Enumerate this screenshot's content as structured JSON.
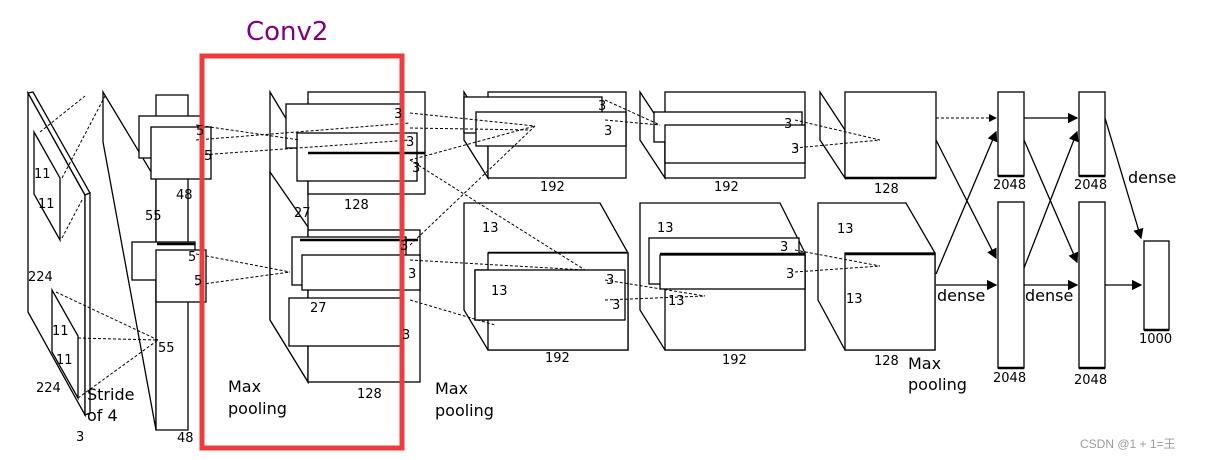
{
  "title": "Conv2",
  "highlight_color": "#ee3b3b",
  "title_color": "#800080",
  "input": {
    "size_h": "224",
    "size_w": "224",
    "depth": "3",
    "kernel_a": "11",
    "kernel_b": "11",
    "kernel_c": "11",
    "kernel_d": "11"
  },
  "stride": {
    "line1": "Stride",
    "line2": "of 4"
  },
  "conv1": {
    "size_top": "55",
    "size_bottom": "55",
    "depth_top": "48",
    "depth_bottom": "48",
    "k1": "5",
    "k2": "5",
    "k3": "5",
    "k4": "5"
  },
  "pool1": {
    "line1": "Max",
    "line2": "pooling"
  },
  "conv2": {
    "size": "27",
    "size_b": "27",
    "depth_top": "128",
    "depth_bottom": "128",
    "k_top1": "3",
    "k_top2": "3",
    "k_top3": "3",
    "k_bot1": "3",
    "k_bot2": "3",
    "k_bot3": "3"
  },
  "pool2": {
    "line1": "Max",
    "line2": "pooling"
  },
  "conv3": {
    "size_a": "13",
    "size_b": "13",
    "depth_top": "192",
    "depth_bottom": "192",
    "k1": "3",
    "k2": "3",
    "k3": "3",
    "k4": "3"
  },
  "conv4": {
    "size_a": "13",
    "size_b": "13",
    "depth_top": "192",
    "depth_bottom": "192",
    "k1": "3",
    "k2": "3",
    "k3": "3",
    "k4": "3"
  },
  "conv5": {
    "size_a": "13",
    "size_b": "13",
    "depth_top": "128",
    "depth_bottom": "128"
  },
  "pool3": {
    "line1": "Max",
    "line2": "pooling"
  },
  "fc": {
    "dense1": "dense",
    "dense2": "dense",
    "dense3": "dense",
    "fc6_top": "2048",
    "fc6_bottom": "2048",
    "fc7_top": "2048",
    "fc7_bottom": "2048",
    "out": "1000"
  },
  "watermark": "CSDN @1 + 1=王"
}
